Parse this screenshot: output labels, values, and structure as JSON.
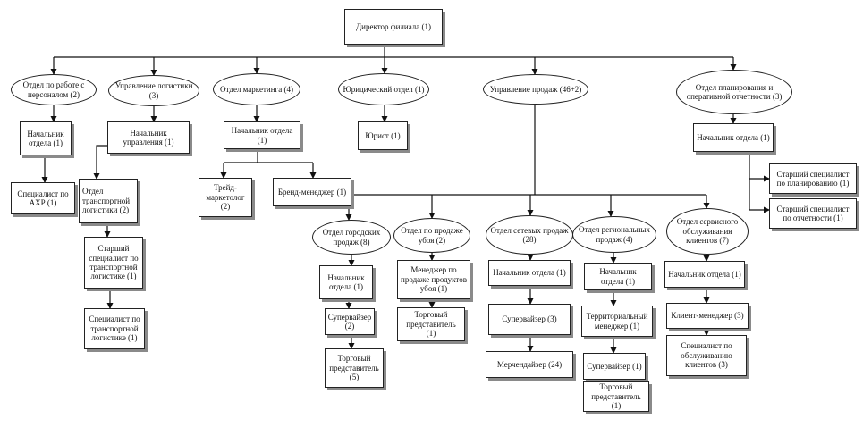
{
  "nodes": {
    "director": "Директор филиала (1)",
    "hr": "Отдел по работе с персоналом (2)",
    "logistics": "Управление логистики (3)",
    "marketing": "Отдел маркетинга (4)",
    "legal": "Юридический отдел (1)",
    "sales": "Управление продаж (46+2)",
    "planning": "Отдел планирования и оперативной отчетности (3)",
    "hr_head": "Начальник отдела (1)",
    "hr_axo": "Специалист по АХР (1)",
    "log_head": "Начальник управления (1)",
    "log_transport": "Отдел транспортной логистики (2)",
    "log_senior": "Старший специалист по транспортной логистике (1)",
    "log_spec": "Специалист по транспортной логистике (1)",
    "mkt_head": "Начальник отдела (1)",
    "mkt_trade": "Трейд-маркетолог (2)",
    "mkt_brand": "Бренд-менеджер (1)",
    "legal_lawyer": "Юрист (1)",
    "plan_head": "Начальник отдела (1)",
    "plan_senior_plan": "Старший специалист по планированию (1)",
    "plan_senior_rep": "Старший специалист по отчетности (1)",
    "city": "Отдел городских продаж (8)",
    "city_head": "Начальник отдела (1)",
    "city_sup": "Супервайзер (2)",
    "city_rep": "Торговый представитель (5)",
    "hub": "Отдел по продаже убоя (2)",
    "hub_mgr": "Менеджер по продаже продуктов убоя (1)",
    "hub_rep": "Торговый представитель (1)",
    "net": "Отдел сетевых продаж (28)",
    "net_head": "Начальник отдела (1)",
    "net_sup": "Супервайзер (3)",
    "net_merch": "Мерчендайзер (24)",
    "reg": "Отдел региональных продаж (4)",
    "reg_head": "Начальник отдела (1)",
    "reg_terr": "Территориальный менеджер (1)",
    "reg_sup": "Супервайзер (1)",
    "reg_rep": "Торговый представитель (1)",
    "svc": "Отдел сервисного обслуживания клиентов (7)",
    "svc_head": "Начальник отдела (1)",
    "svc_client": "Клиент-менеджер (3)",
    "svc_spec": "Специалист по обслуживанию клиентов (3)"
  }
}
